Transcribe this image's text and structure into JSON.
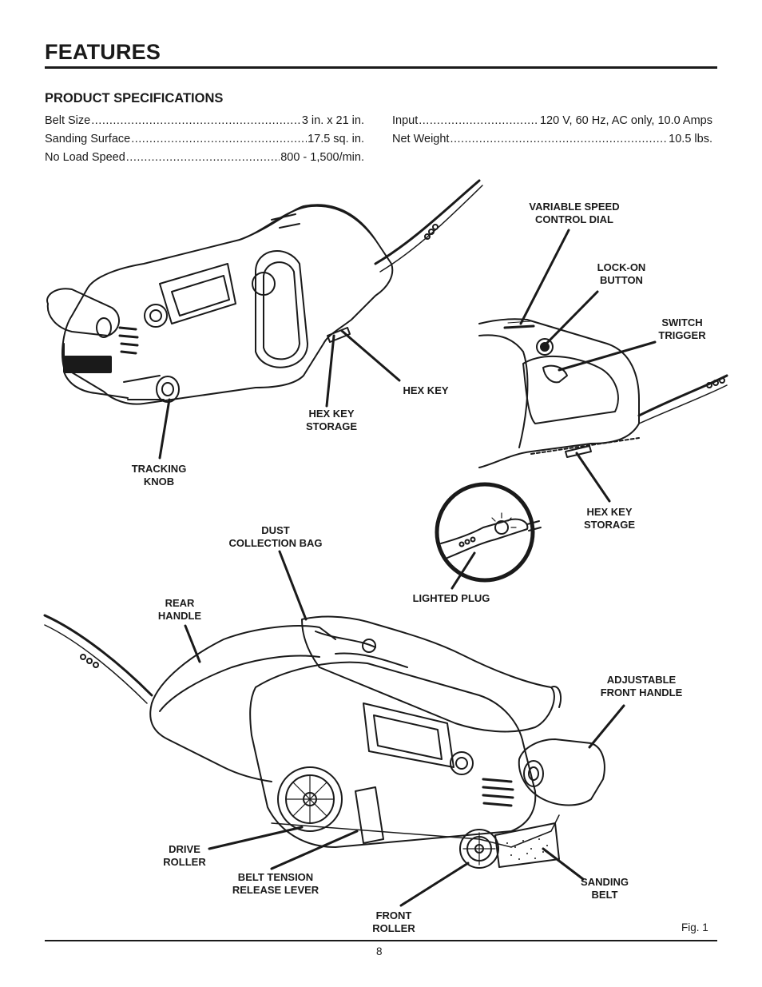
{
  "header": {
    "title": "FEATURES"
  },
  "specs": {
    "heading": "PRODUCT SPECIFICATIONS",
    "left": [
      {
        "label": "Belt Size",
        "value": "3 in. x 21 in."
      },
      {
        "label": "Sanding Surface",
        "value": "17.5 sq. in."
      },
      {
        "label": "No Load Speed",
        "value": "800 - 1,500/min."
      }
    ],
    "right": [
      {
        "label": "Input",
        "value": "120 V, 60 Hz, AC only, 10.0 Amps"
      },
      {
        "label": "Net Weight",
        "value": "10.5 lbs."
      }
    ]
  },
  "callouts": {
    "variable_speed": [
      "VARIABLE SPEED",
      "CONTROL DIAL"
    ],
    "lock_on": [
      "LOCK-ON",
      "BUTTON"
    ],
    "switch_trigger": [
      "SWITCH",
      "TRIGGER"
    ],
    "hex_key": [
      "HEX KEY"
    ],
    "hex_key_storage_1": [
      "HEX KEY",
      "STORAGE"
    ],
    "tracking_knob": [
      "TRACKING",
      "KNOB"
    ],
    "hex_key_storage_2": [
      "HEX KEY",
      "STORAGE"
    ],
    "dust_bag": [
      "DUST",
      "COLLECTION BAG"
    ],
    "lighted_plug": [
      "LIGHTED PLUG"
    ],
    "rear_handle": [
      "REAR",
      "HANDLE"
    ],
    "front_handle": [
      "ADJUSTABLE",
      "FRONT HANDLE"
    ],
    "drive_roller": [
      "DRIVE",
      "ROLLER"
    ],
    "belt_tension": [
      "BELT TENSION",
      "RELEASE LEVER"
    ],
    "sanding_belt": [
      "SANDING",
      "BELT"
    ],
    "front_roller": [
      "FRONT",
      "ROLLER"
    ]
  },
  "footer": {
    "figure": "Fig. 1",
    "page": "8"
  }
}
